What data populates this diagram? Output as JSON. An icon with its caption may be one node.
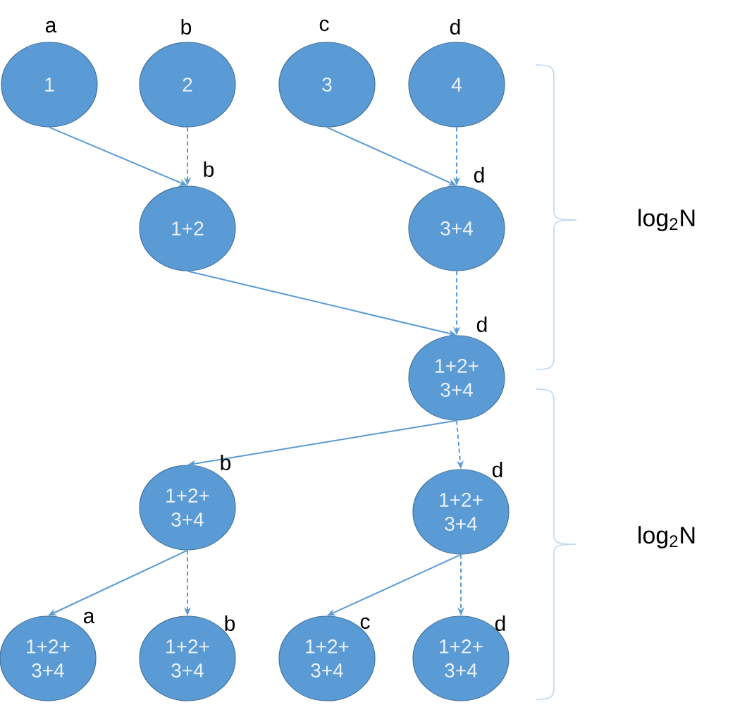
{
  "diagram": {
    "nodes": [
      {
        "text": [
          "1"
        ],
        "beside": [
          "a"
        ]
      },
      {
        "text": [
          "2"
        ],
        "beside": [
          "b"
        ]
      },
      {
        "text": [
          "3"
        ],
        "beside": [
          "c"
        ]
      },
      {
        "text": [
          "4"
        ],
        "beside": [
          "d"
        ]
      },
      {
        "text": [
          "1+2"
        ],
        "beside": [
          "b"
        ]
      },
      {
        "text": [
          "3+4"
        ],
        "beside": [
          "d"
        ]
      },
      {
        "text": [
          "1+2+ 3+4"
        ],
        "beside": [
          "d"
        ]
      },
      {
        "text": [
          "1+2+ 3+4"
        ],
        "beside": [
          "b"
        ]
      },
      {
        "text": [
          "1+2+ 3+4"
        ],
        "beside": [
          "d"
        ]
      },
      {
        "text": [
          "1+2+ 3+4"
        ],
        "beside": [
          "a"
        ]
      },
      {
        "text": [
          "1+2+ 3+4"
        ],
        "beside": [
          "b"
        ]
      },
      {
        "text": [
          "1+2+ 3+4"
        ],
        "beside": [
          "c"
        ]
      },
      {
        "text": [
          "1+2+ 3+4"
        ],
        "beside": [
          "d"
        ]
      }
    ],
    "edges": [
      {
        "from": 0,
        "to": 4,
        "arrow": "to"
      },
      {
        "from": 1,
        "to": 4,
        "arrow": "to",
        "style": "dashed"
      },
      {
        "from": 2,
        "to": 5,
        "arrow": "to"
      },
      {
        "from": 3,
        "to": 5,
        "arrow": "to",
        "style": "dashed"
      },
      {
        "from": 4,
        "to": 6,
        "arrow": "to"
      },
      {
        "from": 5,
        "to": 6,
        "arrow": "to",
        "style": "dashed"
      },
      {
        "from": 6,
        "to": 7,
        "arrow": "to"
      },
      {
        "from": 6,
        "to": 8,
        "arrow": "to",
        "style": "dashed"
      },
      {
        "from": 7,
        "to": 9,
        "arrow": "to"
      },
      {
        "from": 7,
        "to": 10,
        "arrow": "to",
        "style": "dashed"
      },
      {
        "from": 8,
        "to": 11,
        "arrow": "to"
      },
      {
        "from": 8,
        "to": 12,
        "arrow": "to",
        "style": "dashed"
      }
    ],
    "labels": [
      "log$_{2}$N",
      "log$_{2}$N"
    ]
  }
}
